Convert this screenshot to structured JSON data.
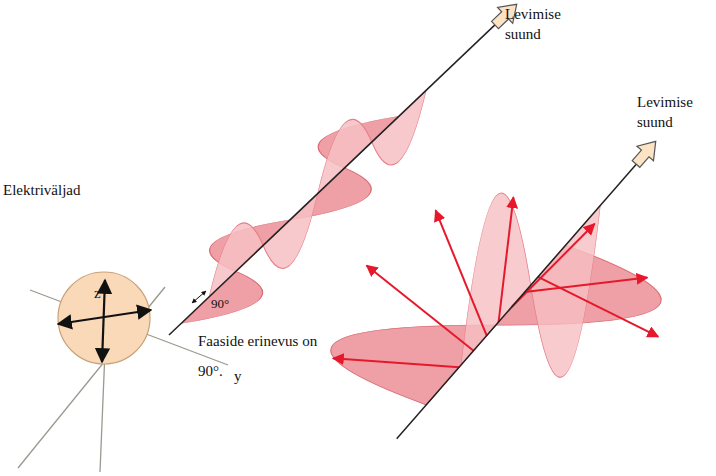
{
  "diagram": {
    "labels": [
      "Levimise suund",
      "Levimise suund",
      "Elektriväljad",
      "z",
      "y",
      "90°",
      "Faaside erinevus on 90°."
    ]
  }
}
